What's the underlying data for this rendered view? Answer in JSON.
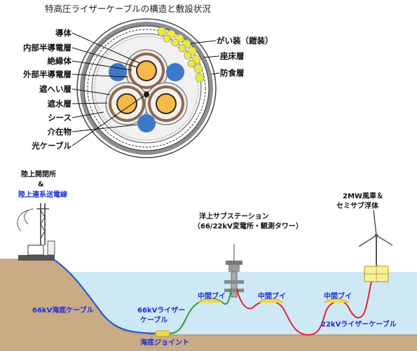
{
  "title": "特高圧ライザーケーブルの構造と敷設状況",
  "cross_section_labels": {
    "left": [
      "導体",
      "内部半導電層",
      "絶縁体",
      "外部半導電層",
      "遮へい層",
      "遮水層",
      "シース",
      "介在物",
      "光ケーブル"
    ],
    "right": [
      "がい装（鎧装）",
      "座床層",
      "防食層"
    ]
  },
  "layout_labels": {
    "land_substation_line1": "陸上開閉所",
    "land_substation_amp": "&",
    "land_substation_line2": "陸上連系送電線",
    "offshore_sub_line1": "洋上サブステーション",
    "offshore_sub_line2": "（66/22kV変電所・観測タワー）",
    "turbine_line1": "2MW風車＆",
    "turbine_line2": "セミサブ浮体",
    "submarine_cable": "66kV海底ケーブル",
    "riser_66_line1": "66kVライザー",
    "riser_66_line2": "ケーブル",
    "subsea_joint": "海底ジョイント",
    "buoy_1": "中間ブイ",
    "buoy_2": "中間ブイ",
    "buoy_3": "中間ブイ",
    "riser_22": "22kVライザーケーブル"
  },
  "colors": {
    "sea": "#cfe8f6",
    "seabed": "#c9ab86",
    "cable_66_submarine": "#1a54d6",
    "cable_66_riser": "#2a9d3a",
    "cable_22_riser": "#e0252b",
    "label_blue": "#1a2fd6"
  }
}
